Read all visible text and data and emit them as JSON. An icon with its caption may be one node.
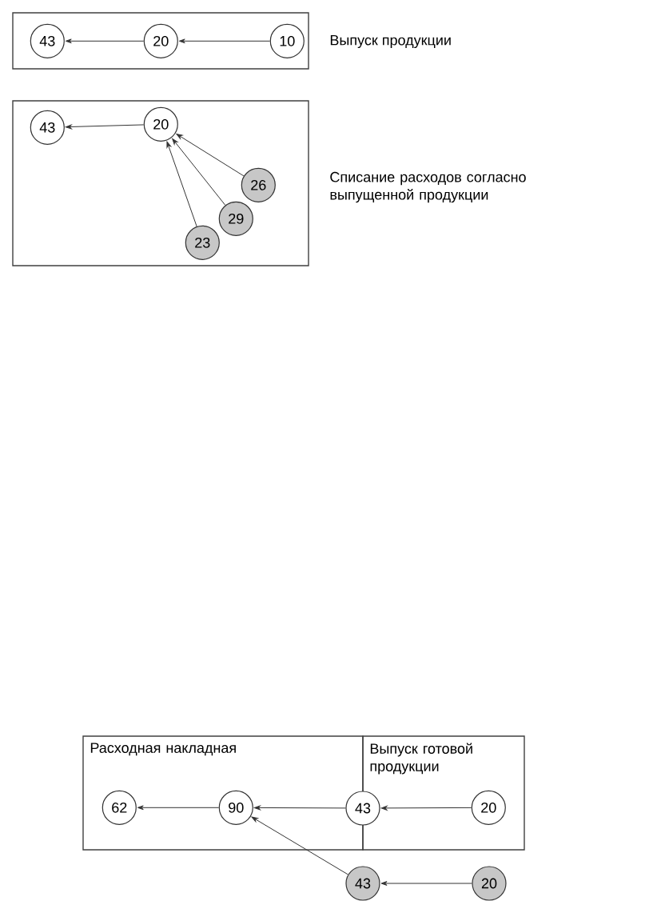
{
  "diagram": {
    "nodes": [
      {
        "text": [
          "Выпуск продукции"
        ]
      },
      {
        "text": [
          "43"
        ],
        "in": 0
      },
      {
        "text": [
          "20"
        ],
        "in": 0
      },
      {
        "text": [
          "10"
        ],
        "in": 0
      },
      {
        "text": [
          "Списание расходов согласно выпущенной продукции"
        ]
      },
      {
        "text": [
          "43"
        ],
        "in": 4
      },
      {
        "text": [
          "20"
        ],
        "in": 4
      },
      {
        "text": [
          "26"
        ],
        "in": 4
      },
      {
        "text": [
          "29"
        ],
        "in": 4
      },
      {
        "text": [
          "23"
        ],
        "in": 4
      },
      {
        "text": [
          "Расходная накладная"
        ]
      },
      {
        "text": [
          "Выпуск готовой продукции"
        ]
      },
      {
        "text": [
          "62"
        ],
        "in": 10
      },
      {
        "text": [
          "90"
        ],
        "in": 10
      },
      {
        "text": [
          "43"
        ]
      },
      {
        "text": [
          "20"
        ],
        "in": 11
      },
      {
        "text": [
          "43"
        ]
      },
      {
        "text": [
          "20"
        ]
      }
    ],
    "edges": [
      {
        "from": 2,
        "to": 1,
        "arrow": "to"
      },
      {
        "from": 3,
        "to": 2,
        "arrow": "to"
      },
      {
        "from": 6,
        "to": 5,
        "arrow": "to"
      },
      {
        "from": 7,
        "to": 6,
        "arrow": "to"
      },
      {
        "from": 8,
        "to": 6,
        "arrow": "to"
      },
      {
        "from": 9,
        "to": 6,
        "arrow": "to"
      },
      {
        "from": 13,
        "to": 12,
        "arrow": "to"
      },
      {
        "from": 14,
        "to": 13,
        "arrow": "to"
      },
      {
        "from": 15,
        "to": 14,
        "arrow": "to"
      },
      {
        "from": 16,
        "to": 13,
        "arrow": "to"
      },
      {
        "from": 17,
        "to": 16,
        "arrow": "to"
      }
    ]
  }
}
